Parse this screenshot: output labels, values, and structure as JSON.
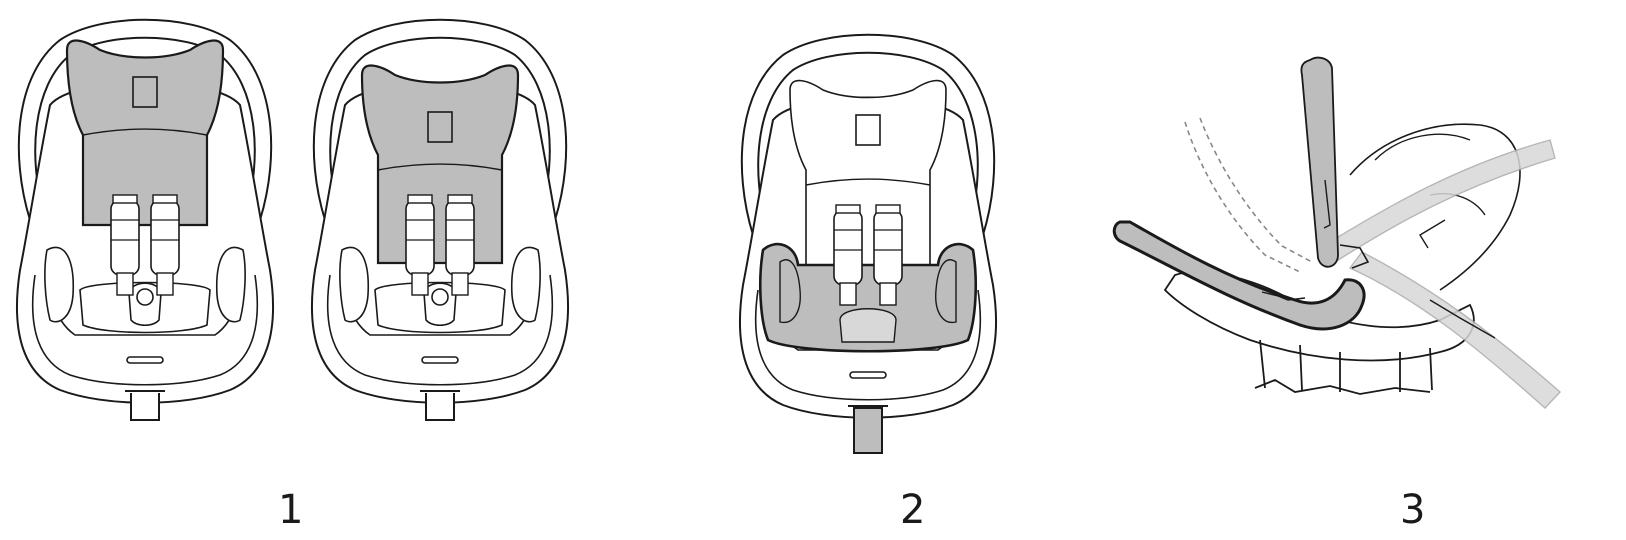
{
  "steps": [
    {
      "label": "1"
    },
    {
      "label": "2"
    },
    {
      "label": "3"
    }
  ],
  "colors": {
    "highlight": "#bdbdbd",
    "highlight_light": "#d8d8d8",
    "line": "#1a1a1a",
    "background": "#ffffff"
  }
}
